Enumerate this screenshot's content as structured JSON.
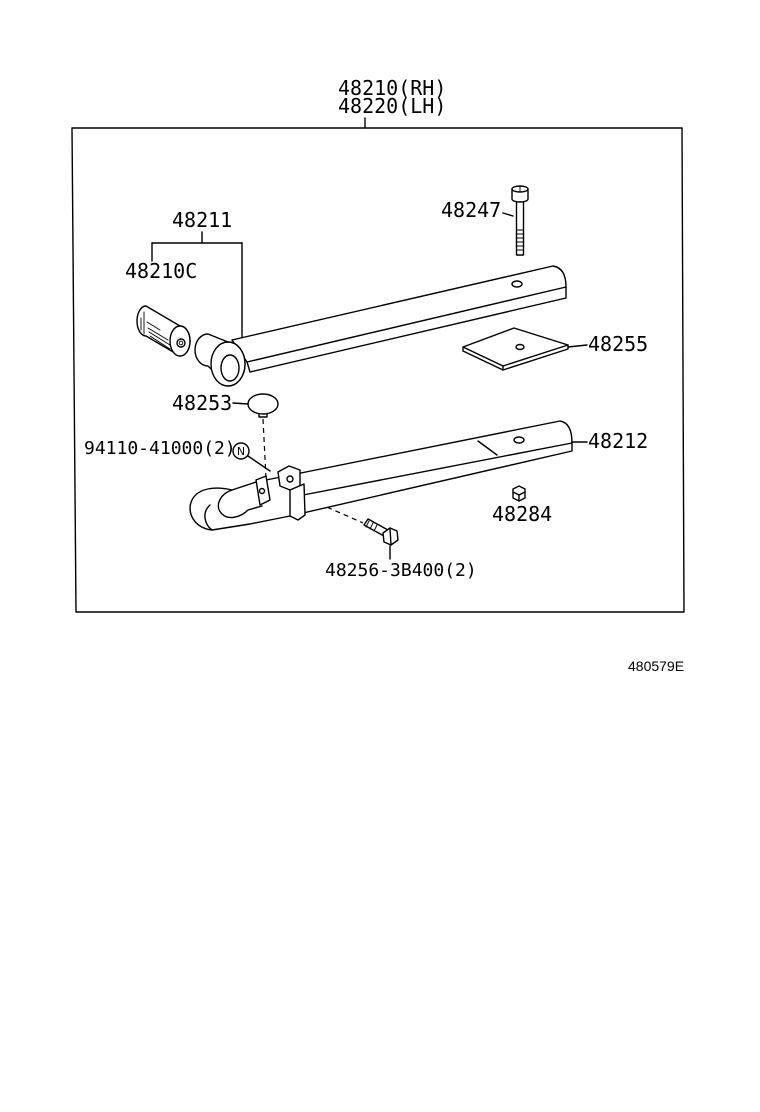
{
  "assembly": {
    "rh_part": "48210(RH)",
    "lh_part": "48220(LH)"
  },
  "parts": {
    "leaf_upper": "48211",
    "bushing": "48210C",
    "center_bolt": "48247",
    "plate": "48255",
    "cap": "48253",
    "rivet": "94110-41000(2)",
    "rivet_mark": "N",
    "leaf_lower": "48212",
    "nut": "48284",
    "clip_bolt": "48256-3B400(2)"
  },
  "figure_code": "480579E"
}
